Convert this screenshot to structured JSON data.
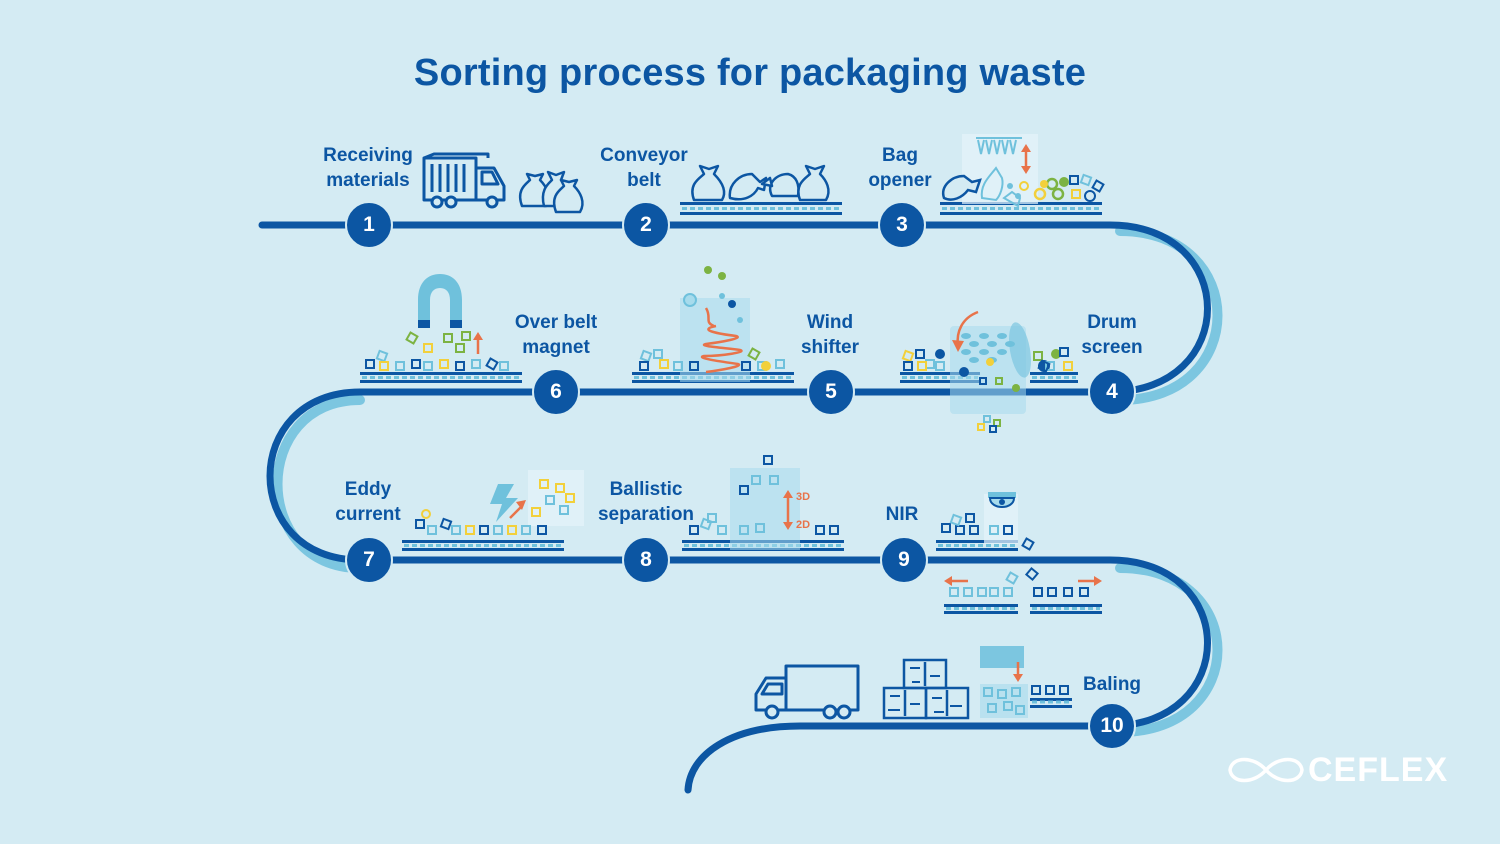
{
  "title": "Sorting process for packaging waste",
  "colors": {
    "background": "#d4ebf3",
    "primary_blue": "#0c56a3",
    "light_blue": "#6fc1dc",
    "orange": "#e8734a",
    "green": "#7cb342",
    "yellow": "#f2d03b"
  },
  "steps": [
    {
      "number": "1",
      "line1": "Receiving",
      "line2": "materials",
      "icon": "garbage-truck-icon"
    },
    {
      "number": "2",
      "line1": "Conveyor",
      "line2": "belt",
      "icon": "waste-bags-icon"
    },
    {
      "number": "3",
      "line1": "Bag",
      "line2": "opener",
      "icon": "bag-opener-icon"
    },
    {
      "number": "4",
      "line1": "Drum",
      "line2": "screen",
      "icon": "drum-screen-icon"
    },
    {
      "number": "5",
      "line1": "Wind",
      "line2": "shifter",
      "icon": "wind-shifter-icon"
    },
    {
      "number": "6",
      "line1": "Over belt",
      "line2": "magnet",
      "icon": "magnet-icon"
    },
    {
      "number": "7",
      "line1": "Eddy",
      "line2": "current",
      "icon": "eddy-current-icon"
    },
    {
      "number": "8",
      "line1": "Ballistic",
      "line2": "separation",
      "icon": "ballistic-separator-icon"
    },
    {
      "number": "9",
      "line1": "NIR",
      "line2": "",
      "icon": "nir-camera-icon"
    },
    {
      "number": "10",
      "line1": "Baling",
      "line2": "",
      "icon": "baler-icon"
    }
  ],
  "ballistic_labels": {
    "upper": "3D",
    "lower": "2D"
  },
  "logo": {
    "text": "CEFLEX",
    "icon": "infinity-loop-icon"
  }
}
